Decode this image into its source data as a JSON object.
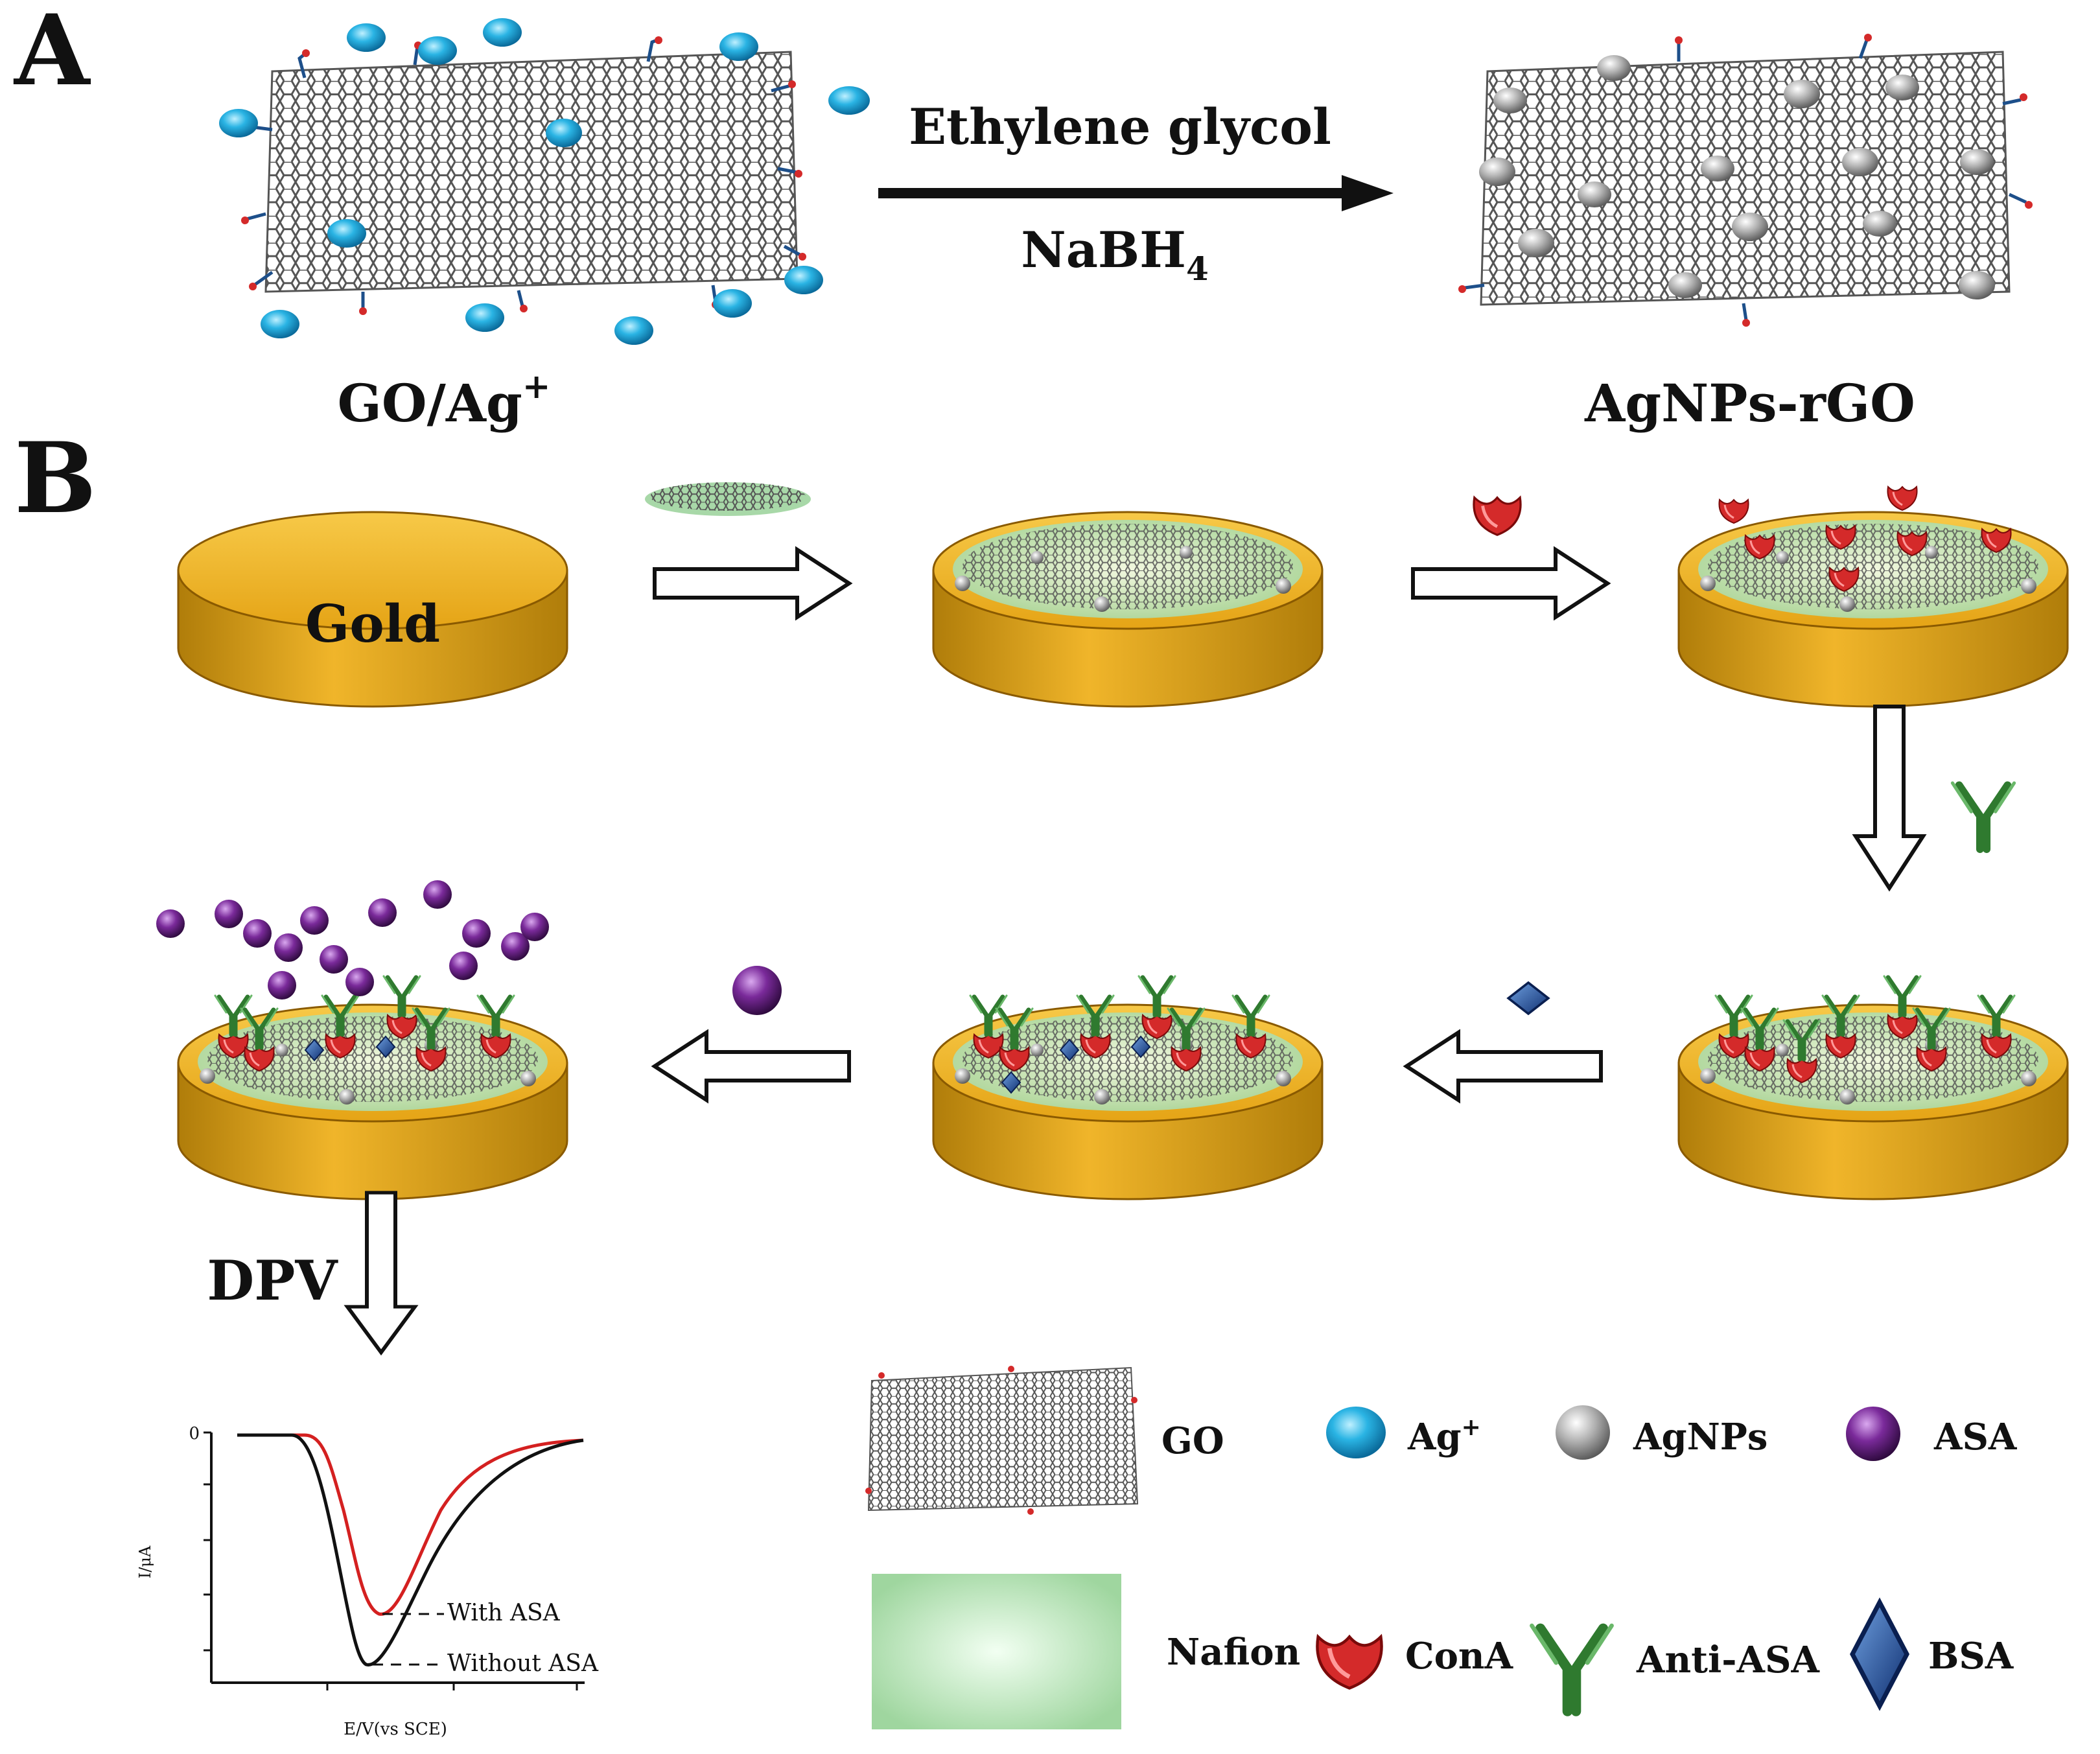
{
  "panel_a": {
    "letter": "A",
    "reagent_top": "Ethylene glycol",
    "reagent_bottom_main": "NaBH",
    "reagent_bottom_sub": "4",
    "left_label_main": "GO/Ag",
    "left_label_sup": "+",
    "right_label": "AgNPs-rGO"
  },
  "panel_b": {
    "letter": "B",
    "electrode_label": "Gold",
    "detection_label": "DPV"
  },
  "dpv_plot": {
    "y_tick": "0",
    "y_axis_label": "I/μA",
    "x_axis_label": "E/V(vs SCE)",
    "with_label": "With ASA",
    "without_label": "Without ASA"
  },
  "legend": {
    "go": "GO",
    "ag_ion_main": "Ag",
    "ag_ion_sup": "+",
    "agnps": "AgNPs",
    "asa": "ASA",
    "nafion": "Nafion",
    "cona": "ConA",
    "anti_asa": "Anti-ASA",
    "bsa": "BSA"
  },
  "colors": {
    "gold": "#e8ad1c",
    "gold_dark": "#b07d0a",
    "ag_ion": "#1fa8d8",
    "agnp": "#9a9a9a",
    "asa": "#7a2a9a",
    "nafion": "#a8d8a8",
    "cona": "#d42a2a",
    "antibody": "#2f7a2f",
    "bsa": "#1f4f9a",
    "red_curve": "#d42020",
    "black_curve": "#111111"
  }
}
